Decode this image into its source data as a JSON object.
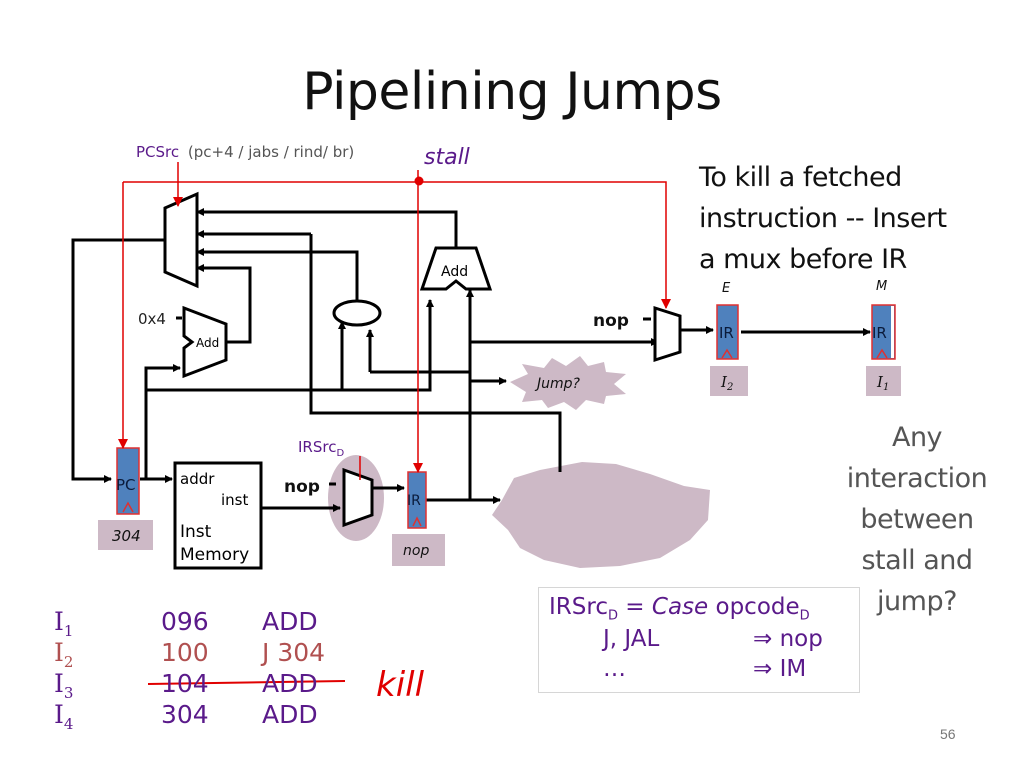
{
  "slide": {
    "title": "Pipelining Jumps",
    "page_number": "56"
  },
  "diagram": {
    "pcsrc_label": "PCSrc",
    "pcsrc_options": "(pc+4 / jabs / rind/ br)",
    "stall_label": "stall",
    "const_label": "0x4",
    "adder_label": "Add",
    "branch_adder_label": "Add",
    "pc_label": "PC",
    "pc_value": "304",
    "imem_addr": "addr",
    "imem_inst": "inst",
    "imem_name_line1": "Inst",
    "imem_name_line2": "Memory",
    "irsrc_label": "IRSrc",
    "irsrc_sub": "D",
    "nop_decode": "nop",
    "ir_decode_label": "IR",
    "ir_decode_value": "nop",
    "nop_execute": "nop",
    "jump_label": "Jump?",
    "stage_e": "E",
    "stage_m": "M",
    "ir_e_label": "IR",
    "ir_e_value_main": "I",
    "ir_e_value_sub": "2",
    "ir_m_label": "IR",
    "ir_m_value_main": "I",
    "ir_m_value_sub": "1",
    "colors": {
      "register_fill": "#4f81bd",
      "register_border": "#e03030",
      "control_red": "#e00000",
      "value_box": "#cdb9c6",
      "label_purple": "#5a1a8a",
      "pcsrc_gray": "#555555"
    }
  },
  "notes": {
    "kill_note": [
      "To kill a fetched",
      "instruction --  Insert",
      "a mux before IR"
    ],
    "question": [
      "Any",
      "interaction",
      "between",
      "stall and",
      "jump?"
    ]
  },
  "instructions": [
    {
      "name": "I",
      "sub": "1",
      "addr": "096",
      "op": "ADD",
      "color": "#5a1a8a",
      "struck": false
    },
    {
      "name": "I",
      "sub": "2",
      "addr": "100",
      "op": "J 304",
      "color": "#b05050",
      "struck": false
    },
    {
      "name": "I",
      "sub": "3",
      "addr": "104",
      "op": "ADD",
      "color": "#5a1a8a",
      "struck": true
    },
    {
      "name": "I",
      "sub": "4",
      "addr": "304",
      "op": "ADD",
      "color": "#5a1a8a",
      "struck": false
    }
  ],
  "kill_label": "kill",
  "irsrc_rule": {
    "lhs": "IRSrc",
    "lhs_sub": "D",
    "eq": " = ",
    "case_word": "Case",
    "opcode": " opcode",
    "opcode_sub": "D",
    "rows": [
      {
        "cond": "J, JAL",
        "result": "⇒ nop"
      },
      {
        "cond": "…",
        "result": "⇒ IM"
      }
    ]
  }
}
